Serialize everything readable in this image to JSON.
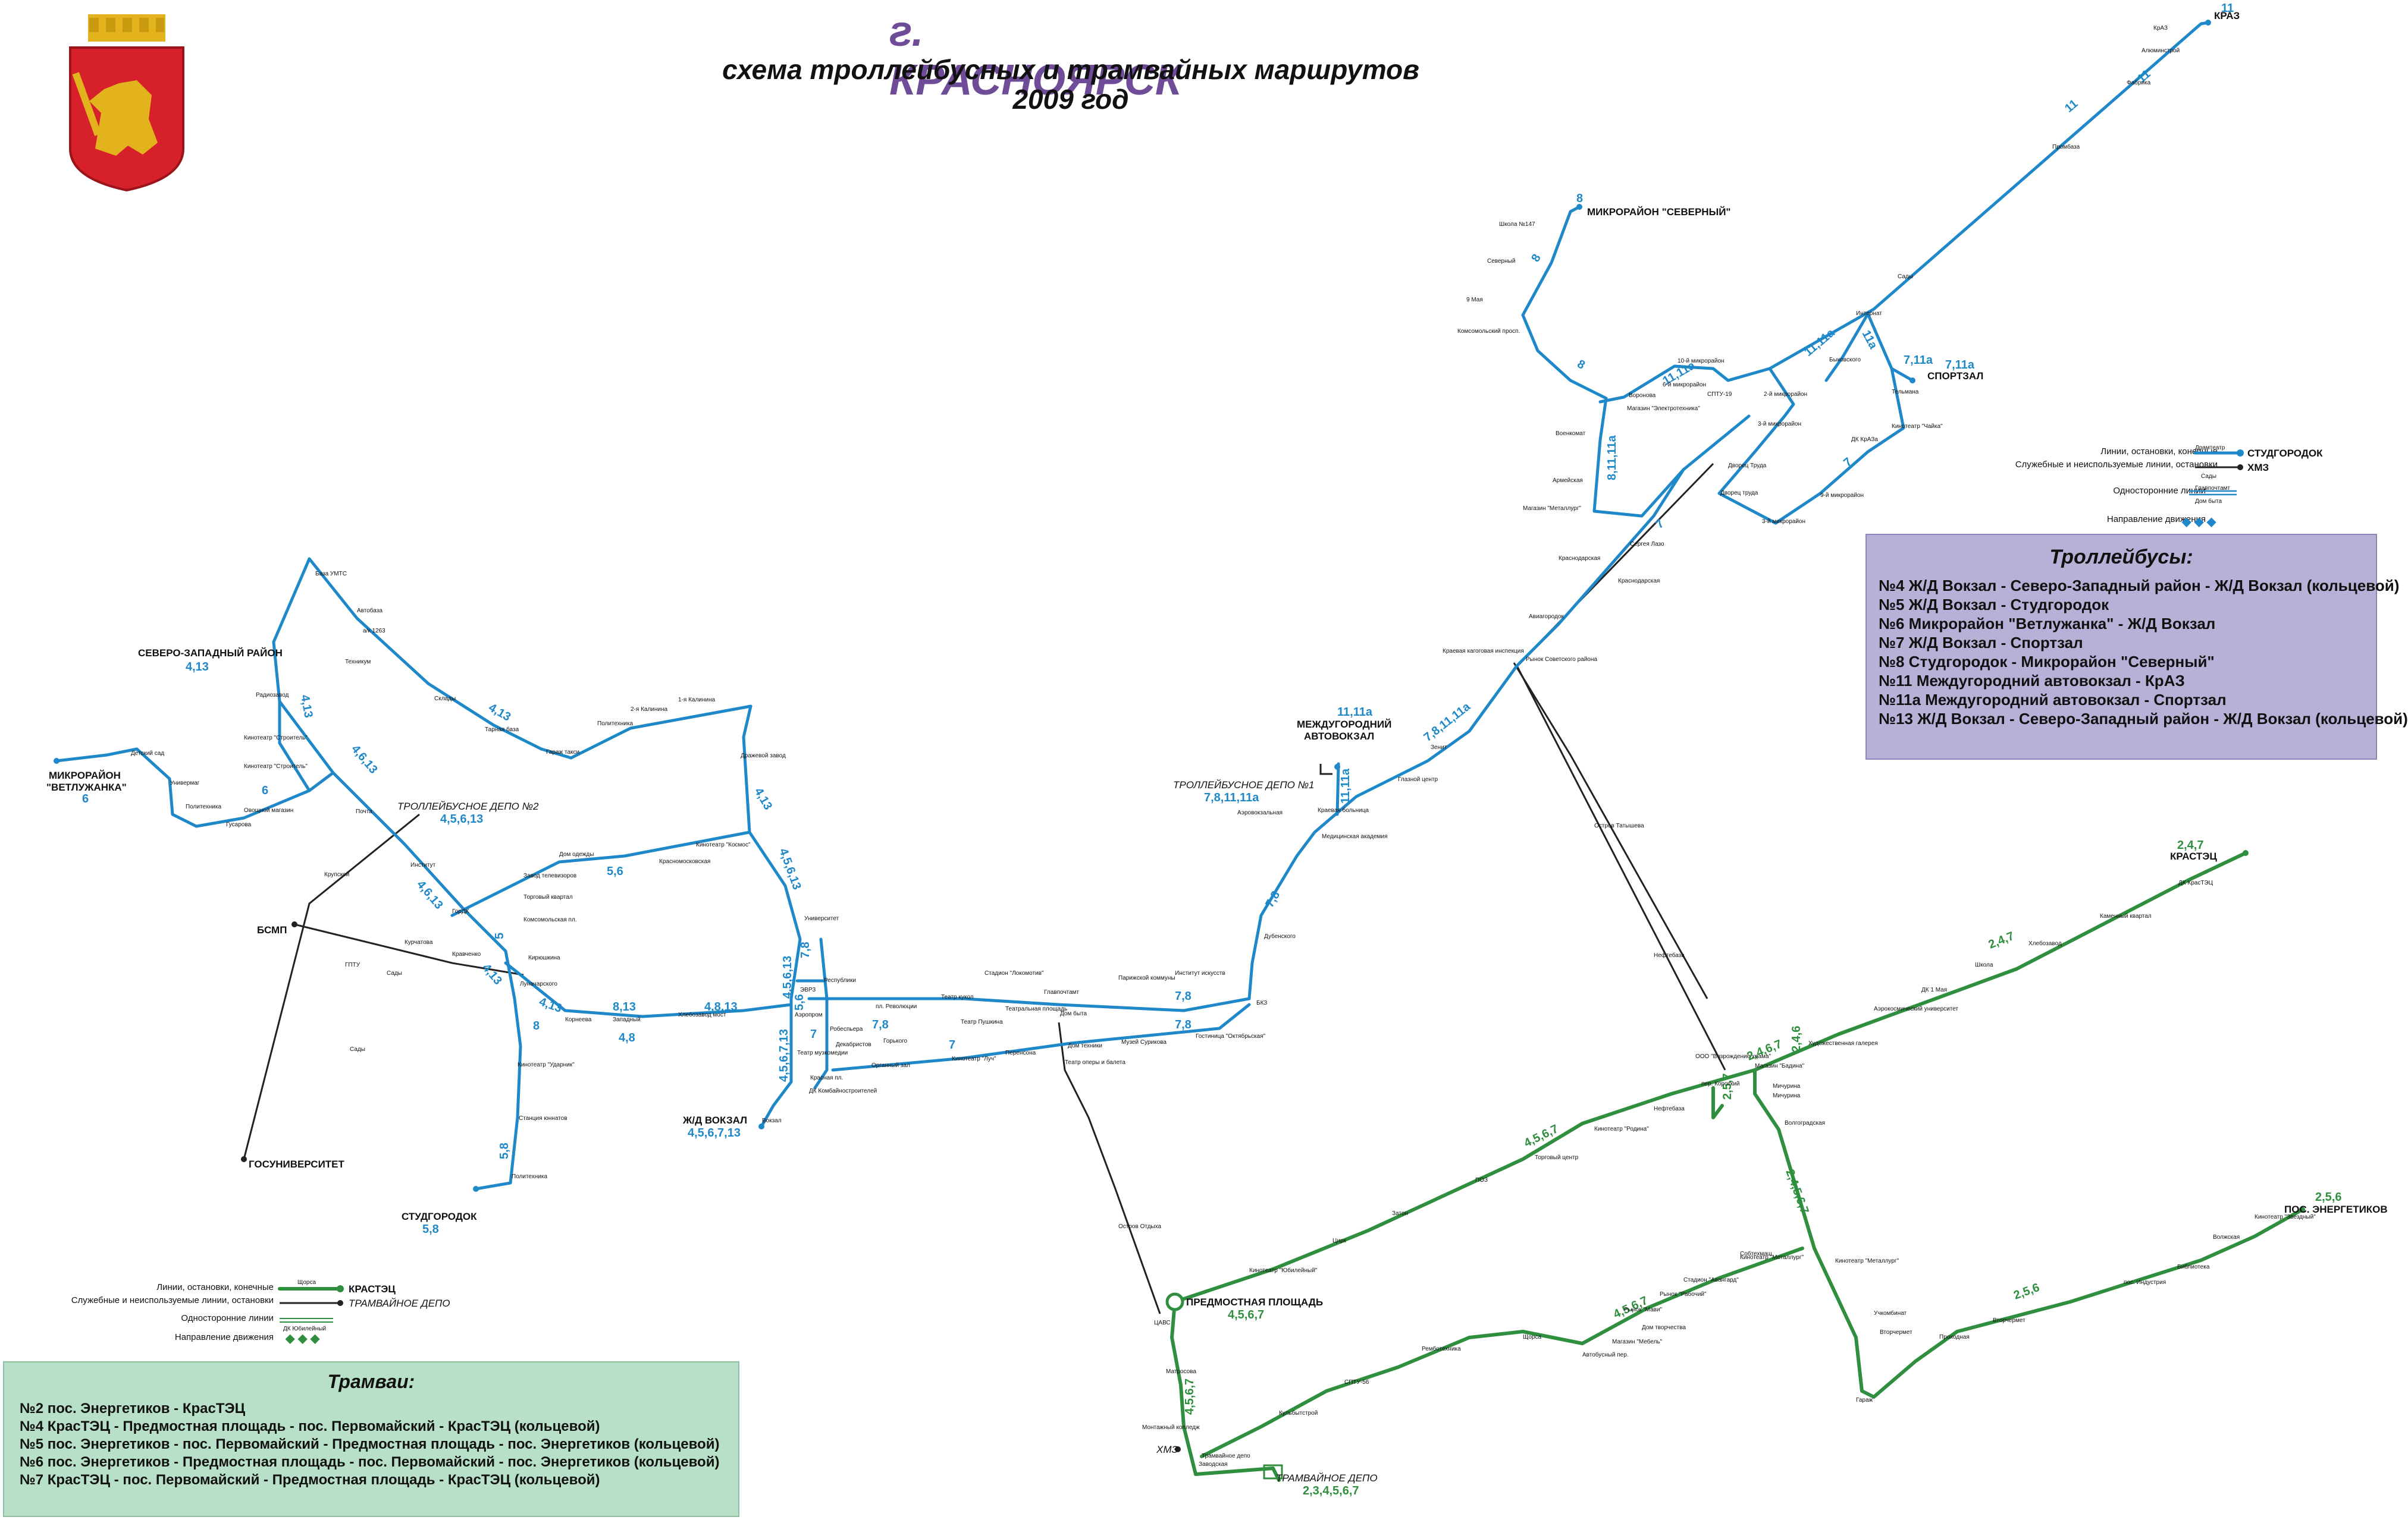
{
  "header": {
    "city": "г. КРАСНОЯРСК",
    "subtitle": "схема троллейбусных и трамвайных маршрутов",
    "year": "2009 год"
  },
  "trolleybus_legend": {
    "title": "Троллейбусы:",
    "items": [
      "№4 Ж/Д Вокзал - Северо-Западный район - Ж/Д Вокзал (кольцевой)",
      "№5 Ж/Д Вокзал - Студгородок",
      "№6 Микрорайон \"Ветлужанка\" - Ж/Д Вокзал",
      "№7 Ж/Д Вокзал - Спортзал",
      "№8 Студгородок - Микрорайон \"Северный\"",
      "№11 Междугородний автовокзал - КрАЗ",
      "№11а Междугородний автовокзал - Спортзал",
      "№13 Ж/Д Вокзал - Северо-Западный район - Ж/Д Вокзал (кольцевой)"
    ]
  },
  "tram_legend": {
    "title": "Трамваи:",
    "items": [
      "№2 пос. Энергетиков - КрасТЭЦ",
      "№4 КрасТЭЦ - Предмостная площадь - пос. Первомайский - КрасТЭЦ (кольцевой)",
      "№5 пос. Энергетиков - пос. Первомайский - Предмостная площадь - пос. Энергетиков (кольцевой)",
      "№6 пос. Энергетиков - Предмостная площадь - пос. Первомайский - пос. Энергетиков (кольцевой)",
      "№7 КрасТЭЦ - пос. Первомайский - Предмостная площадь - КрасТЭЦ (кольцевой)"
    ]
  },
  "key_trolley": {
    "lines_label": "Линии, остановки, конечные",
    "service_label": "Служебные и неиспользуемые линии, остановки",
    "oneway_label": "Односторонние линии",
    "direction_label": "Направление движения",
    "stop1": "Драмтеатр",
    "stop2": "Сады",
    "stop3": "Главпочтамт",
    "stop4": "Дом быта",
    "term1": "СТУДГОРОДОК",
    "term2": "ХМЗ"
  },
  "key_tram": {
    "lines_label": "Линии, остановки, конечные",
    "service_label": "Служебные и неиспользуемые линии, остановки",
    "oneway_label": "Односторонние линии",
    "direction_label": "Направление движения",
    "stop1": "Щорса",
    "stop2": "Монтажный колледж",
    "stop3": "ДК Юбилейный",
    "term1": "КРАСТЭЦ",
    "term2": "ТРАМВАЙНОЕ ДЕПО"
  },
  "terminals": {
    "kraz": "КРАЗ",
    "kraz_routes": "11",
    "severny": "МИКРОРАЙОН \"СЕВЕРНЫЙ\"",
    "severny_routes": "8",
    "sportzal": "СПОРТЗАЛ",
    "sportzal_routes": "7,11а",
    "nw": "СЕВЕРО-ЗАПАДНЫЙ РАЙОН",
    "nw_routes": "4,13",
    "vetl1": "МИКРОРАЙОН",
    "vetl2": "\"ВЕТЛУЖАНКА\"",
    "vetl_routes": "6",
    "avto1": "МЕЖДУГОРОДНИЙ",
    "avto2": "АВТОВОКЗАЛ",
    "avto_routes": "11,11а",
    "depo1": "ТРОЛЛЕЙБУСНОЕ ДЕПО №1",
    "depo1_routes": "7,8,11,11а",
    "depo2": "ТРОЛЛЕЙБУСНОЕ ДЕПО №2",
    "depo2_routes": "4,5,6,13",
    "bsmp": "БСМП",
    "gosuniver": "ГОСУНИВЕРСИТЕТ",
    "vokzal": "Ж/Д ВОКЗАЛ",
    "vokzal_routes": "4,5,6,7,13",
    "studgor": "СТУДГОРОДОК",
    "studgor_routes": "5,8",
    "krastec": "КРАСТЭЦ",
    "krastec_routes": "2,4,7",
    "energ": "ПОС. ЭНЕРГЕТИКОВ",
    "energ_routes": "2,5,6",
    "predm": "ПРЕДМОСТНАЯ ПЛОЩАДЬ",
    "predm_routes": "4,5,6,7",
    "tramdepo": "ТРАМВАЙНОЕ ДЕПО",
    "tramdepo_routes": "2,3,4,5,6,7",
    "hmz": "ХМЗ"
  },
  "trolley_stops": [
    [
      "КрАЗ",
      3620,
      50
    ],
    [
      "Алюминстрой",
      3600,
      88
    ],
    [
      "Фабрика",
      3575,
      142
    ],
    [
      "Промбаза",
      3450,
      250
    ],
    [
      "Сады",
      3190,
      468
    ],
    [
      "Интернат",
      3120,
      530
    ],
    [
      "Быковского",
      3075,
      608
    ],
    [
      "Тельмана",
      3180,
      662
    ],
    [
      "Кинотеатр \"Чайка\"",
      3180,
      720
    ],
    [
      "ДК КрАЗа",
      3112,
      742
    ],
    [
      "9-й микрорайон",
      3060,
      836
    ],
    [
      "3-й микрорайон",
      2962,
      880
    ],
    [
      "Дворец труда",
      2892,
      832
    ],
    [
      "Дворец Труда",
      2905,
      786
    ],
    [
      "2-й микрорайон",
      2965,
      666
    ],
    [
      "3-й микрорайон",
      2955,
      716
    ],
    [
      "СПТУ-19",
      2870,
      666
    ],
    [
      "10-й микрорайон",
      2820,
      610
    ],
    [
      "6-й микрорайон",
      2795,
      650
    ],
    [
      "Воронова",
      2738,
      668
    ],
    [
      "Магазин \"Электротехника\"",
      2735,
      690
    ],
    [
      "Школа №147",
      2520,
      380
    ],
    [
      "Северный",
      2500,
      442
    ],
    [
      "9 Мая",
      2465,
      507
    ],
    [
      "Комсомольский просп.",
      2450,
      560
    ],
    [
      "Военкомат",
      2615,
      732
    ],
    [
      "Армейская",
      2610,
      811
    ],
    [
      "Магазин \"Металлург\"",
      2560,
      858
    ],
    [
      "Сергея Лазо",
      2740,
      918
    ],
    [
      "Краснодарская",
      2620,
      942
    ],
    [
      "Краснодарская",
      2720,
      980
    ],
    [
      "Авиагородок",
      2570,
      1040
    ],
    [
      "Краевая кагоговая инспекция",
      2425,
      1098
    ],
    [
      "Рынок Советского района",
      2565,
      1112
    ],
    [
      "Зенит",
      2405,
      1260
    ],
    [
      "Глазной центр",
      2350,
      1314
    ],
    [
      "Аэровокзальная",
      2080,
      1370
    ],
    [
      "Краевая больница",
      2215,
      1366
    ],
    [
      "Медицинская академия",
      2222,
      1410
    ],
    [
      "Остров Татышева",
      2680,
      1392
    ],
    [
      "Дубенского",
      2125,
      1578
    ],
    [
      "БКЗ",
      2112,
      1690
    ],
    [
      "Гостиница \"Октябрьская\"",
      2010,
      1746
    ],
    [
      "Институт искусств",
      1975,
      1640
    ],
    [
      "Парижской коммуны",
      1880,
      1648
    ],
    [
      "Музей Сурикова",
      1885,
      1756
    ],
    [
      "Главпочтамт",
      1755,
      1672
    ],
    [
      "Дом быта",
      1782,
      1708
    ],
    [
      "Театральная площадь",
      1690,
      1700
    ],
    [
      "Театр Пушкина",
      1615,
      1722
    ],
    [
      "Стадион \"Локомотив\"",
      1655,
      1640
    ],
    [
      "Театр кукол",
      1582,
      1680
    ],
    [
      "пл. Революции",
      1472,
      1696
    ],
    [
      "Республики",
      1385,
      1652
    ],
    [
      "ЭВРЗ",
      1345,
      1668
    ],
    [
      "Аэропром",
      1336,
      1710
    ],
    [
      "Робеспьера",
      1395,
      1734
    ],
    [
      "Горького",
      1485,
      1754
    ],
    [
      "Декабристов",
      1405,
      1760
    ],
    [
      "Органный зал",
      1465,
      1795
    ],
    [
      "Кинотеатр \"Луч\"",
      1600,
      1784
    ],
    [
      "Перенсона",
      1690,
      1774
    ],
    [
      "Дом техники",
      1795,
      1762
    ],
    [
      "Театр оперы и балета",
      1790,
      1790
    ],
    [
      "Театр музкомедии",
      1340,
      1774
    ],
    [
      "Красная пл.",
      1362,
      1816
    ],
    [
      "ДК Комбайностроителей",
      1360,
      1838
    ],
    [
      "Вокзал",
      1281,
      1888
    ],
    [
      "Университет",
      1352,
      1548
    ],
    [
      "Дражевой завод",
      1245,
      1274
    ],
    [
      "Кинотеатр \"Космос\"",
      1170,
      1424
    ],
    [
      "Красномосковская",
      1108,
      1452
    ],
    [
      "Дом одежды",
      940,
      1440
    ],
    [
      "Завод телевизоров",
      880,
      1476
    ],
    [
      "Торговый квартал",
      880,
      1512
    ],
    [
      "Комсомольская пл.",
      880,
      1550
    ],
    [
      "Кирюшкина",
      888,
      1614
    ],
    [
      "Луначарского",
      874,
      1658
    ],
    [
      "Кравченко",
      760,
      1608
    ],
    [
      "Курчатова",
      680,
      1588
    ],
    [
      "Корнеева",
      950,
      1718
    ],
    [
      "Западный",
      1030,
      1718
    ],
    [
      "Хлебозавод мост",
      1140,
      1710
    ],
    [
      "ГорДК",
      760,
      1536
    ],
    [
      "Институт",
      690,
      1458
    ],
    [
      "Крупской",
      545,
      1474
    ],
    [
      "Почта",
      598,
      1368
    ],
    [
      "Кинотеатр \"Строитель\"",
      410,
      1292
    ],
    [
      "Кинотеатр \"Строитель\"",
      410,
      1244
    ],
    [
      "Радиозавод",
      430,
      1172
    ],
    [
      "Овощной магазин",
      410,
      1366
    ],
    [
      "Гусарова",
      380,
      1390
    ],
    [
      "Политехника",
      312,
      1360
    ],
    [
      "Универмаг",
      286,
      1320
    ],
    [
      "Детский сад",
      220,
      1270
    ],
    [
      "База УМТС",
      530,
      968
    ],
    [
      "Автобаза",
      600,
      1030
    ],
    [
      "а/к 1263",
      610,
      1064
    ],
    [
      "Техникум",
      580,
      1116
    ],
    [
      "Склады",
      730,
      1178
    ],
    [
      "Тарная база",
      815,
      1230
    ],
    [
      "Гараж такси",
      918,
      1268
    ],
    [
      "Политехника",
      1004,
      1220
    ],
    [
      "2-я Калинина",
      1060,
      1196
    ],
    [
      "1-я Калинина",
      1140,
      1180
    ],
    [
      "Кинотеатр \"Ударник\"",
      870,
      1794
    ],
    [
      "Станция юннатов",
      872,
      1884
    ],
    [
      "Политехника",
      860,
      1982
    ],
    [
      "ГПТУ",
      580,
      1626
    ],
    [
      "Сады",
      650,
      1640
    ],
    [
      "Сады",
      588,
      1768
    ],
    [
      "Нефтебаза",
      2780,
      1610
    ]
  ],
  "tram_stops": [
    [
      "ДК КрасТЭЦ",
      3662,
      1488
    ],
    [
      "Каменный квартал",
      3530,
      1544
    ],
    [
      "Хлебозавод",
      3410,
      1590
    ],
    [
      "Школа",
      3320,
      1626
    ],
    [
      "ДК 1 Мая",
      3230,
      1668
    ],
    [
      "Аэрокосмический университет",
      3150,
      1700
    ],
    [
      "Художественная галерея",
      3040,
      1758
    ],
    [
      "ООО \"Возрождение храма\"",
      2850,
      1780
    ],
    [
      "пер. Короткий",
      2860,
      1826
    ],
    [
      "Магазин \"Бадина\"",
      2950,
      1796
    ],
    [
      "Мичурина",
      2980,
      1830
    ],
    [
      "Мичурина",
      2980,
      1846
    ],
    [
      "Нефтебаза",
      2780,
      1868
    ],
    [
      "Волгоградская",
      3000,
      1892
    ],
    [
      "Кинотеатр \"Родина\"",
      2680,
      1902
    ],
    [
      "Торговый центр",
      2580,
      1950
    ],
    [
      "ПОЗ",
      2480,
      1988
    ],
    [
      "Затон",
      2340,
      2044
    ],
    [
      "Цирк",
      2240,
      2090
    ],
    [
      "Кинотеатр \"Юбилейный\"",
      2100,
      2140
    ],
    [
      "Собтехмаш",
      2925,
      2112
    ],
    [
      "Кинотеатр \"Металлург\"",
      2925,
      2118
    ],
    [
      "Кинотеатр \"Металлург\"",
      3085,
      2124
    ],
    [
      "Стадион \"Авангард\"",
      2830,
      2156
    ],
    [
      "Рынок \"Рабочий\"",
      2790,
      2180
    ],
    [
      "Рынок \"Мави\"",
      2730,
      2206
    ],
    [
      "Дом творчества",
      2760,
      2236
    ],
    [
      "Магазин \"Мебель\"",
      2710,
      2260
    ],
    [
      "Автобусный пер.",
      2660,
      2282
    ],
    [
      "Щорса",
      2560,
      2252
    ],
    [
      "Ремботехника",
      2390,
      2272
    ],
    [
      "СПТУ-56",
      2260,
      2328
    ],
    [
      "Кульбытстрой",
      2150,
      2380
    ],
    [
      "Матросова",
      1960,
      2310
    ],
    [
      "ЦАВС",
      1940,
      2228
    ],
    [
      "Монтажный колледж",
      1920,
      2404
    ],
    [
      "Трамвайное депо",
      2020,
      2452
    ],
    [
      "Заводская",
      2015,
      2466
    ],
    [
      "Учкомбинат",
      3150,
      2212
    ],
    [
      "Гараж",
      3120,
      2358
    ],
    [
      "Вторчермет",
      3160,
      2244
    ],
    [
      "Проходная",
      3260,
      2252
    ],
    [
      "Вторчермет",
      3350,
      2224
    ],
    [
      "пос. Индустрия",
      3570,
      2160
    ],
    [
      "Библиотека",
      3660,
      2134
    ],
    [
      "Волжская",
      3720,
      2084
    ],
    [
      "Кинотеатр \"Звездный\"",
      3790,
      2050
    ],
    [
      "Остров Отдыха",
      1880,
      2066
    ]
  ],
  "route_labels": {
    "r1": "11",
    "r2": "11",
    "r3": "11,11а",
    "r4": "11а",
    "r5": "7,11а",
    "r6": "8",
    "r7": "8",
    "r8": "11,11а",
    "r9": "8,11,11а",
    "r10": "7",
    "r11": "7",
    "r12": "7,8,11,11а",
    "r13": "11,11а",
    "r14": "7,8",
    "r15": "7,8",
    "r16": "7,8",
    "r17": "7,8",
    "r18": "7",
    "r19": "4,5,6,7,13",
    "r20": "4,5,6,13",
    "r21": "4,13",
    "r22": "4,13",
    "r23": "4,13",
    "r24": "6",
    "r25": "4,6,13",
    "r26": "4,6,13",
    "r27": "5",
    "r28": "4,13",
    "r29": "8",
    "r30": "8,13",
    "r31": "4,8,13",
    "r32": "4,8",
    "r33": "5,8",
    "r34": "4,13",
    "r35": "5,6",
    "r36": "4,5,6,13",
    "r37": "7,8",
    "r38": "5,6",
    "r39": "7",
    "t1": "2,4,7",
    "t2": "2,4,6,7",
    "t3": "2,4,6",
    "t4": "2,5,7",
    "t5": "4,5,6,7",
    "t6": "2,4,5,6,7",
    "t7": "4,5,6,7",
    "t8": "2,5,6",
    "t9": "4,5,6,7"
  },
  "colors": {
    "trolley": "#1f88c9",
    "tram": "#2f8f3f",
    "service": "#222222",
    "title": "#6e4c97",
    "trolley_panel": "#b6b1d6",
    "tram_panel": "#b8e0c8",
    "emblem_red": "#d6202a",
    "emblem_gold": "#e3b31d"
  },
  "emblem": {
    "icon": "krasnoyarsk-coat-of-arms-icon"
  }
}
